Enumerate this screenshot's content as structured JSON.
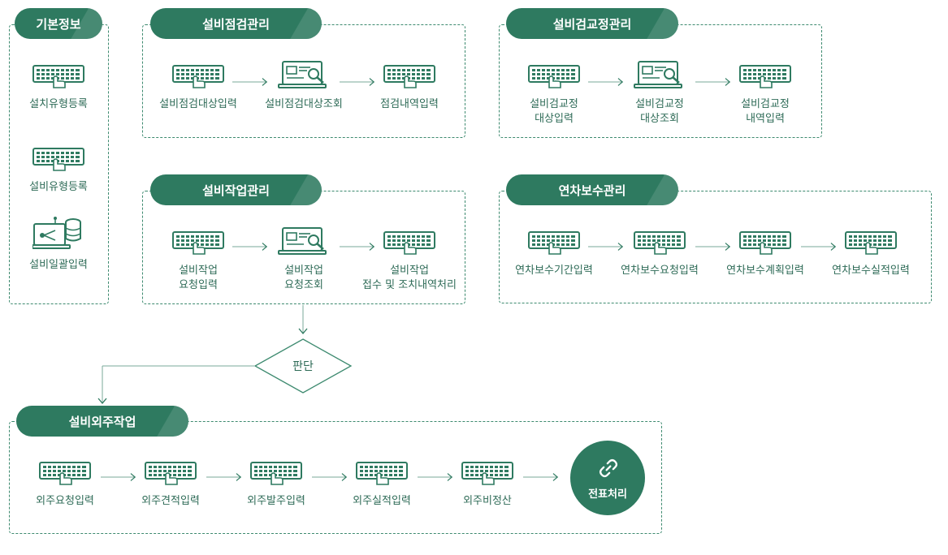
{
  "groups": {
    "basic": {
      "title": "기본정보",
      "items": [
        "설치유형등록",
        "설비유형등록",
        "설비일괄입력"
      ]
    },
    "inspection": {
      "title": "설비점검관리",
      "items": [
        "설비점검대상입력",
        "설비점검대상조회",
        "점검내역입력"
      ]
    },
    "calibration": {
      "title": "설비검교정관리",
      "items": [
        "설비검교정\n대상입력",
        "설비검교정\n대상조회",
        "설비검교정\n내역입력"
      ]
    },
    "work": {
      "title": "설비작업관리",
      "items": [
        "설비작업\n요청입력",
        "설비작업\n요청조회",
        "설비작업\n접수 및 조치내역처리"
      ]
    },
    "annual": {
      "title": "연차보수관리",
      "items": [
        "연차보수기간입력",
        "연차보수요청입력",
        "연차보수계획입력",
        "연차보수실적입력"
      ]
    },
    "outsource": {
      "title": "설비외주작업",
      "items": [
        "외주요청입력",
        "외주견적입력",
        "외주발주입력",
        "외주실적입력",
        "외주비정산"
      ]
    }
  },
  "decision": "판단",
  "final_step": "전표처리",
  "colors": {
    "accent": "#2e7a60",
    "line": "#3d8a6f",
    "text": "#2e6b57"
  }
}
